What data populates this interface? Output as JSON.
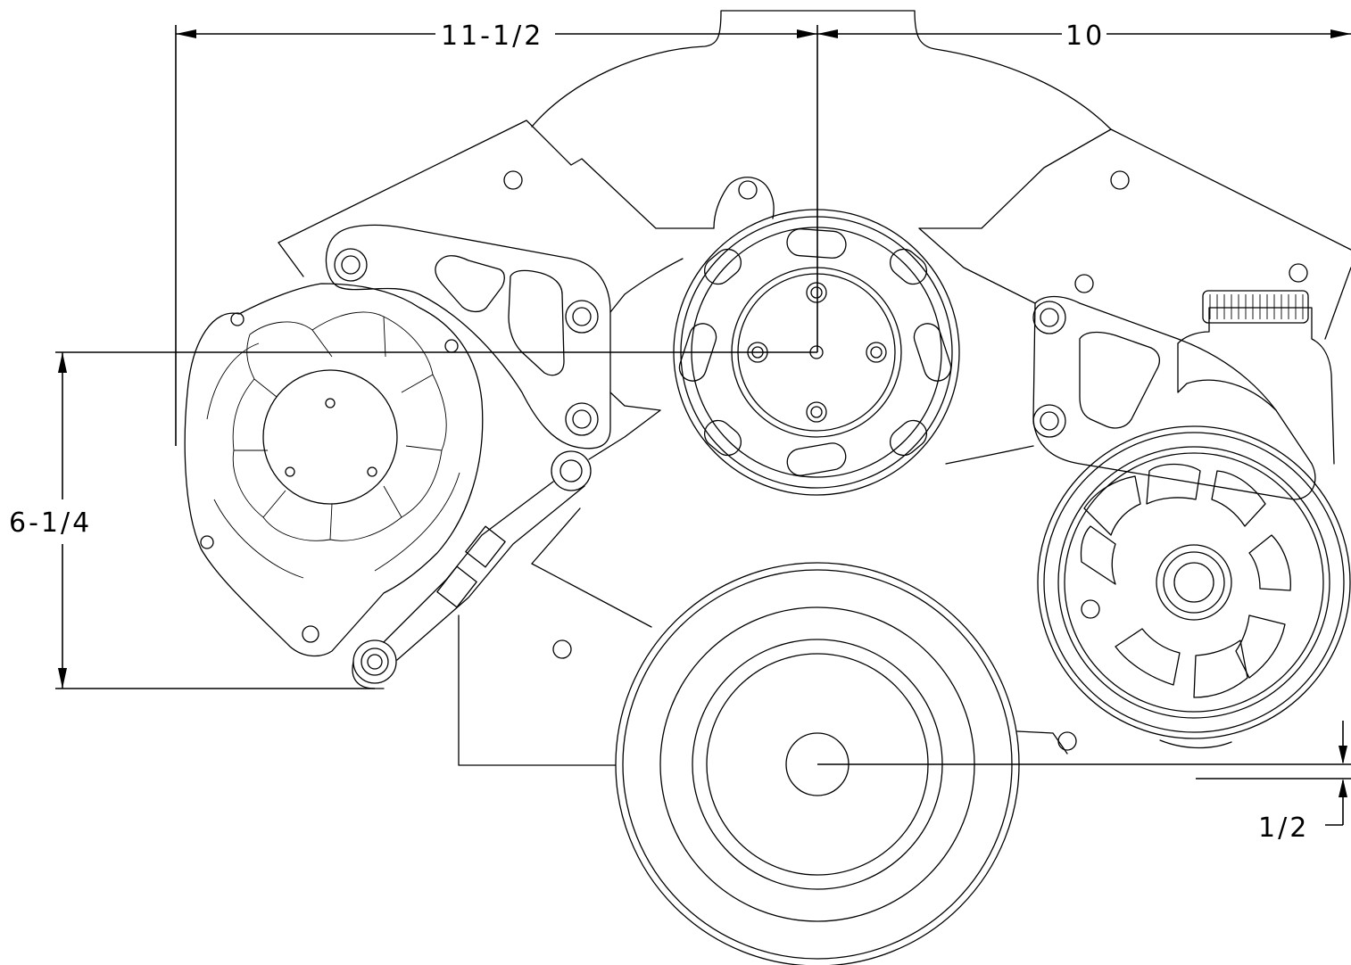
{
  "drawing": {
    "ink_color": "#000000",
    "background_color": "#ffffff"
  },
  "dimensions": {
    "alternator_to_water_pump": "11-1/2",
    "water_pump_to_right_edge": "10",
    "vertical_height": "6-1/4",
    "crank_offset": "1/2"
  }
}
